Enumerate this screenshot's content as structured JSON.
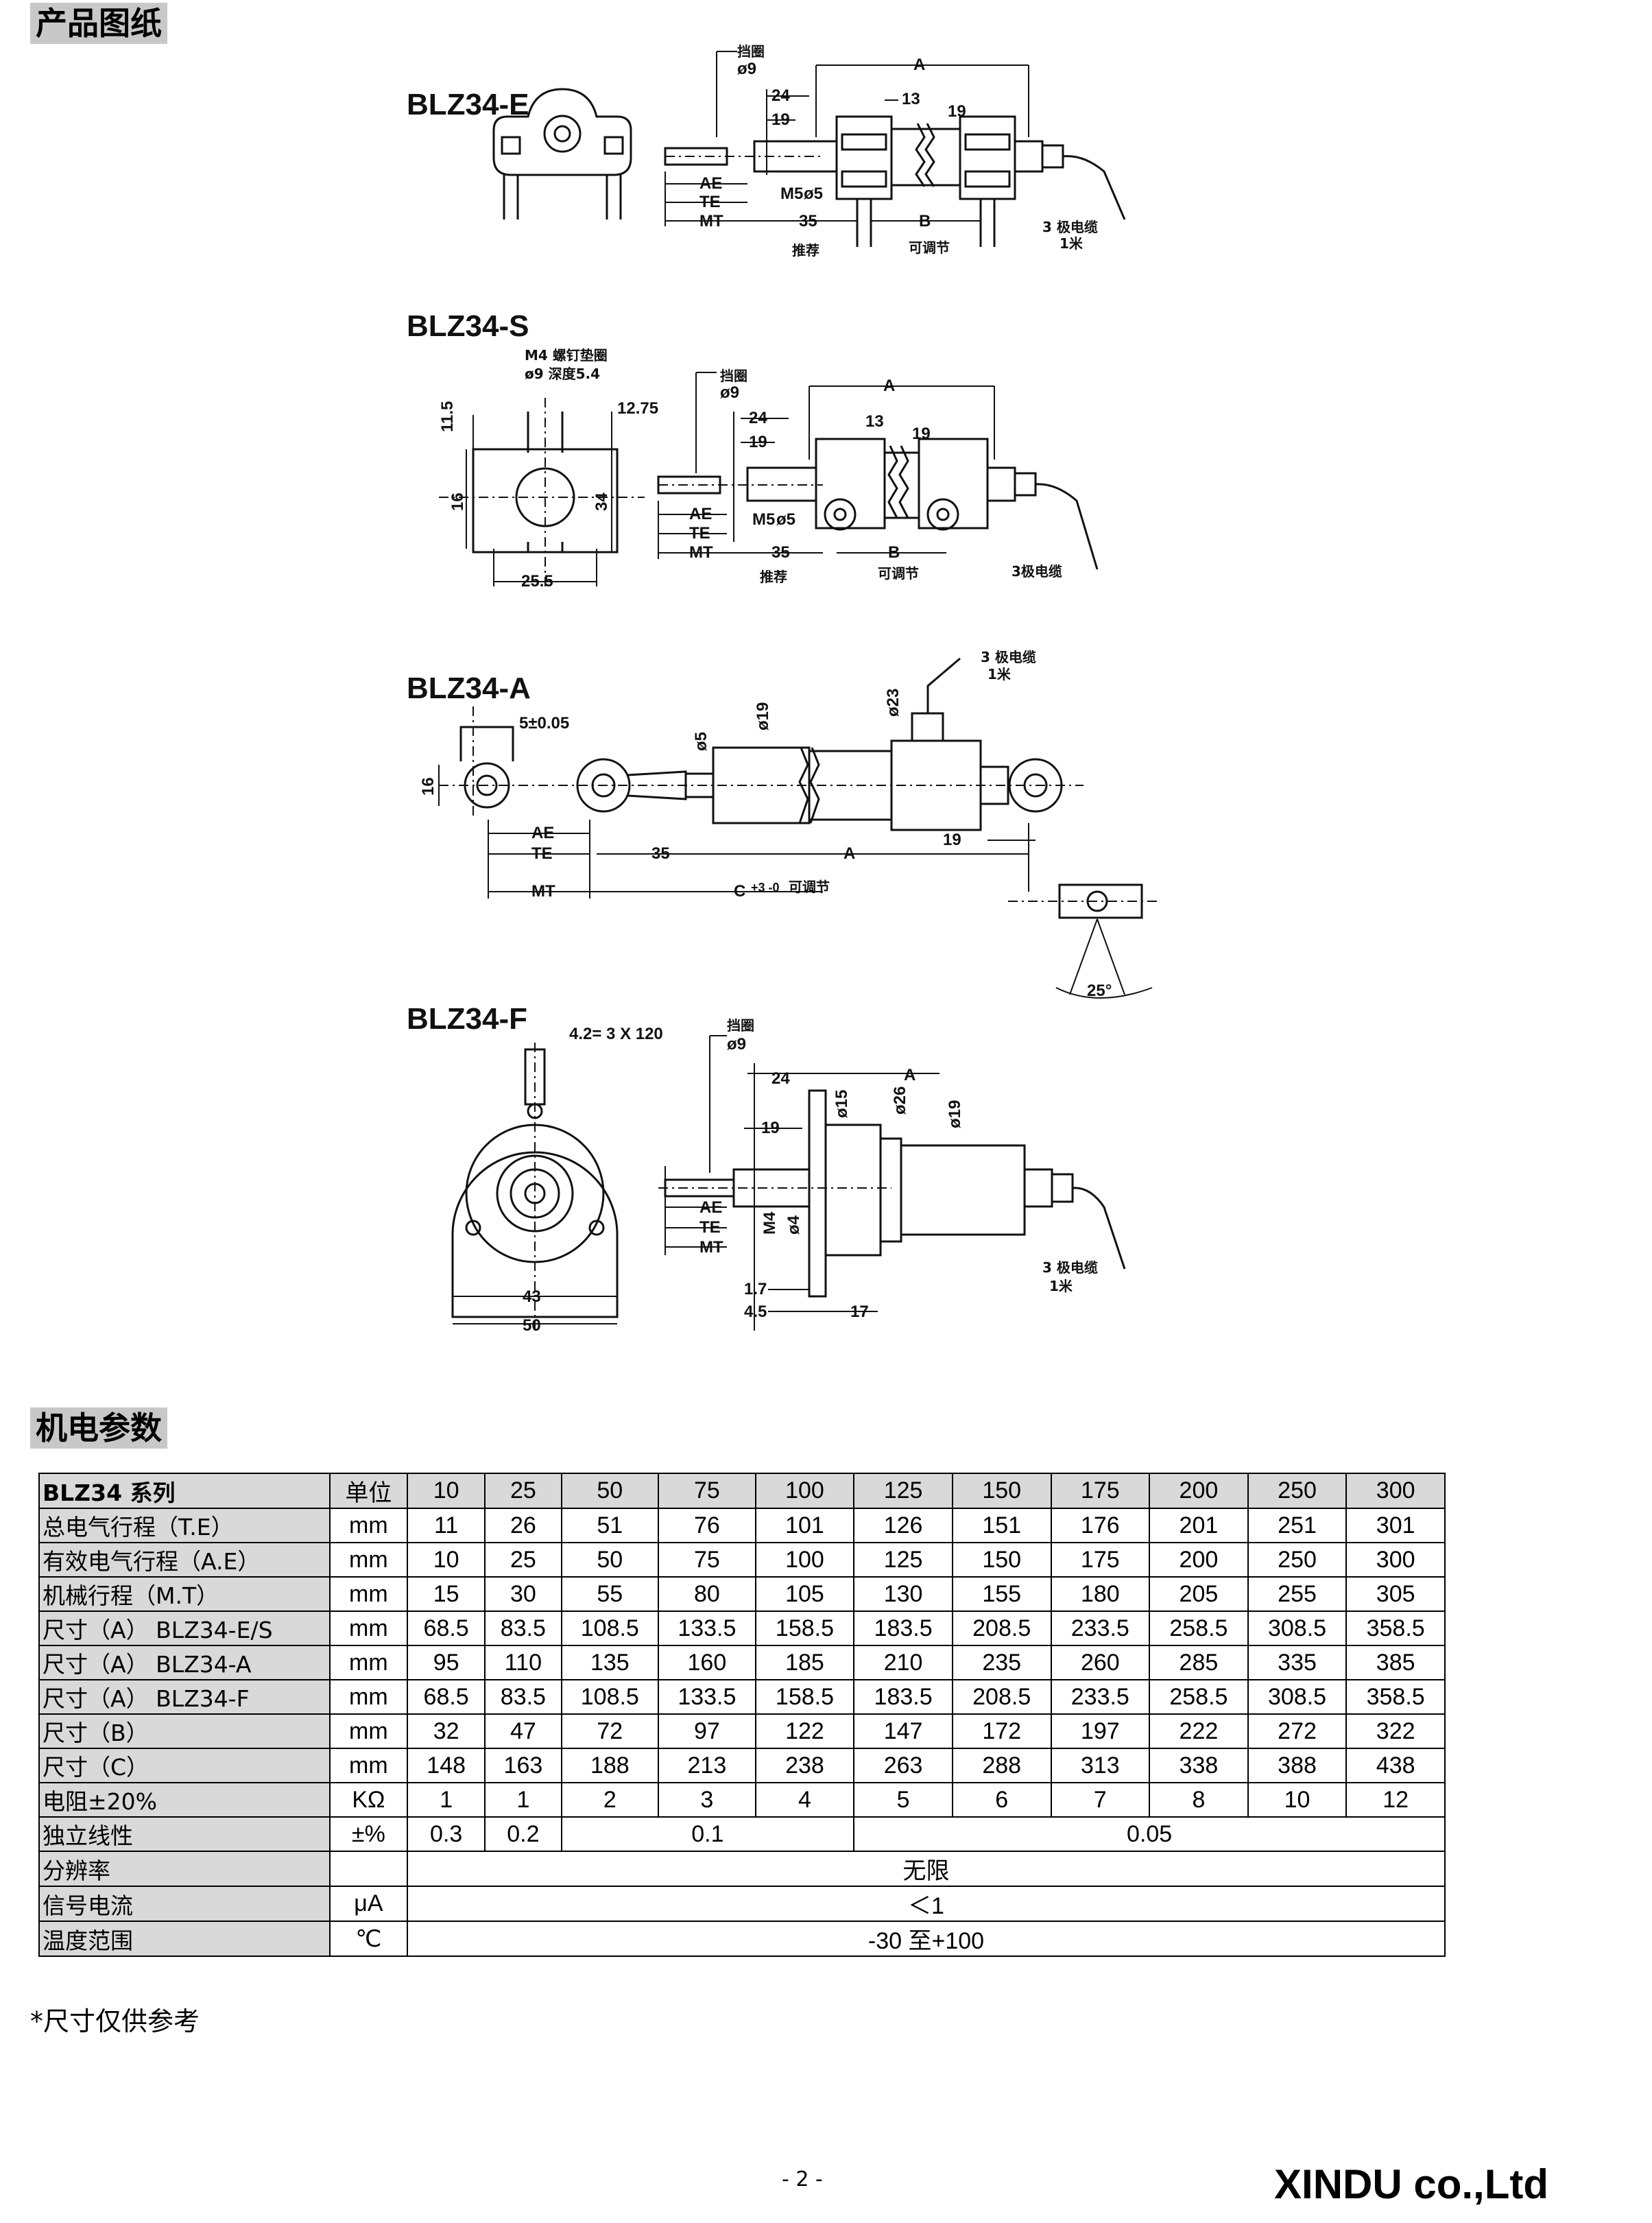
{
  "sections": {
    "drawings_title": "产品图纸",
    "params_title": "机电参数"
  },
  "drawings": {
    "e": {
      "model": "BLZ34-E",
      "stopper": "挡圈",
      "phi9": "ø9",
      "A": "A",
      "d24": "24",
      "d13": "13",
      "d19": "19",
      "d19b": "19",
      "AE": "AE",
      "TE": "TE",
      "MT": "MT",
      "M5": "M5",
      "phi5": "ø5",
      "d35": "35",
      "B": "B",
      "recommend": "推荐",
      "adjustable": "可调节",
      "cable": "3 极电缆",
      "meter": "1米"
    },
    "s": {
      "model": "BLZ34-S",
      "m4": "M4 螺钉垫圈",
      "phi9depth": "ø9 深度5.4",
      "d11_5": "11.5",
      "d12_75": "12.75",
      "d16": "16",
      "d34": "34",
      "d25_5": "25.5",
      "stopper": "挡圈",
      "phi9": "ø9",
      "A": "A",
      "d24": "24",
      "d13": "13",
      "d19": "19",
      "d19b": "19",
      "AE": "AE",
      "TE": "TE",
      "MT": "MT",
      "M5": "M5",
      "phi5": "ø5",
      "d35": "35",
      "B": "B",
      "recommend": "推荐",
      "adjustable": "可调节",
      "cable": "3极电缆"
    },
    "a": {
      "model": "BLZ34-A",
      "tol": "5±0.05",
      "d16": "16",
      "phi5": "ø5",
      "phi19": "ø19",
      "phi23": "ø23",
      "cable": "3 极电缆",
      "meter": "1米",
      "AE": "AE",
      "TE": "TE",
      "MT": "MT",
      "d35": "35",
      "A": "A",
      "d19": "19",
      "C": "C",
      "c_tol": "+3 -0",
      "adjustable": "可调节",
      "angle": "25°"
    },
    "f": {
      "model": "BLZ34-F",
      "holes": "4.2= 3 X 120",
      "stopper": "挡圈",
      "phi9": "ø9",
      "d24": "24",
      "A": "A",
      "phi15": "ø15",
      "phi26": "ø26",
      "phi19": "ø19",
      "d19": "19",
      "AE": "AE",
      "TE": "TE",
      "MT": "MT",
      "M4": "M4",
      "phi4": "ø4",
      "d1_7": "1.7",
      "d4_5": "4.5",
      "d17": "17",
      "d43": "43",
      "d50": "50",
      "cable": "3 极电缆",
      "meter": "1米"
    }
  },
  "table": {
    "header": {
      "label": "BLZ34 系列",
      "unit": "单位",
      "values": [
        "10",
        "25",
        "50",
        "75",
        "100",
        "125",
        "150",
        "175",
        "200",
        "250",
        "300"
      ]
    },
    "rows": [
      {
        "label": "总电气行程（T.E）",
        "unit": "mm",
        "values": [
          "11",
          "26",
          "51",
          "76",
          "101",
          "126",
          "151",
          "176",
          "201",
          "251",
          "301"
        ]
      },
      {
        "label": "有效电气行程（A.E）",
        "unit": "mm",
        "values": [
          "10",
          "25",
          "50",
          "75",
          "100",
          "125",
          "150",
          "175",
          "200",
          "250",
          "300"
        ]
      },
      {
        "label": "机械行程（M.T）",
        "unit": "mm",
        "values": [
          "15",
          "30",
          "55",
          "80",
          "105",
          "130",
          "155",
          "180",
          "205",
          "255",
          "305"
        ]
      },
      {
        "label": "尺寸（A）  BLZ34-E/S",
        "unit": "mm",
        "values": [
          "68.5",
          "83.5",
          "108.5",
          "133.5",
          "158.5",
          "183.5",
          "208.5",
          "233.5",
          "258.5",
          "308.5",
          "358.5"
        ]
      },
      {
        "label": "尺寸（A）  BLZ34-A",
        "unit": "mm",
        "values": [
          "95",
          "110",
          "135",
          "160",
          "185",
          "210",
          "235",
          "260",
          "285",
          "335",
          "385"
        ]
      },
      {
        "label": "尺寸（A）  BLZ34-F",
        "unit": "mm",
        "values": [
          "68.5",
          "83.5",
          "108.5",
          "133.5",
          "158.5",
          "183.5",
          "208.5",
          "233.5",
          "258.5",
          "308.5",
          "358.5"
        ]
      },
      {
        "label": "尺寸（B）",
        "unit": "mm",
        "values": [
          "32",
          "47",
          "72",
          "97",
          "122",
          "147",
          "172",
          "197",
          "222",
          "272",
          "322"
        ]
      },
      {
        "label": "尺寸（C）",
        "unit": "mm",
        "values": [
          "148",
          "163",
          "188",
          "213",
          "238",
          "263",
          "288",
          "313",
          "338",
          "388",
          "438"
        ]
      },
      {
        "label": "电阻±20%",
        "unit": "KΩ",
        "values": [
          "1",
          "1",
          "2",
          "3",
          "4",
          "5",
          "6",
          "7",
          "8",
          "10",
          "12"
        ]
      }
    ],
    "linearity": {
      "label": "独立线性",
      "unit": "±%",
      "v1": "0.3",
      "v2": "0.2",
      "v3": "0.1",
      "v4": "0.05"
    },
    "resolution": {
      "label": "分辨率",
      "unit": "",
      "value": "无限"
    },
    "current": {
      "label": "信号电流",
      "unit": "μA",
      "value": "＜1"
    },
    "temperature": {
      "label": "温度范围",
      "unit": "℃",
      "value": "-30 至+100"
    }
  },
  "footer": {
    "note": "*尺寸仅供参考",
    "page": "- 2 -",
    "company": "XINDU co.,Ltd"
  }
}
